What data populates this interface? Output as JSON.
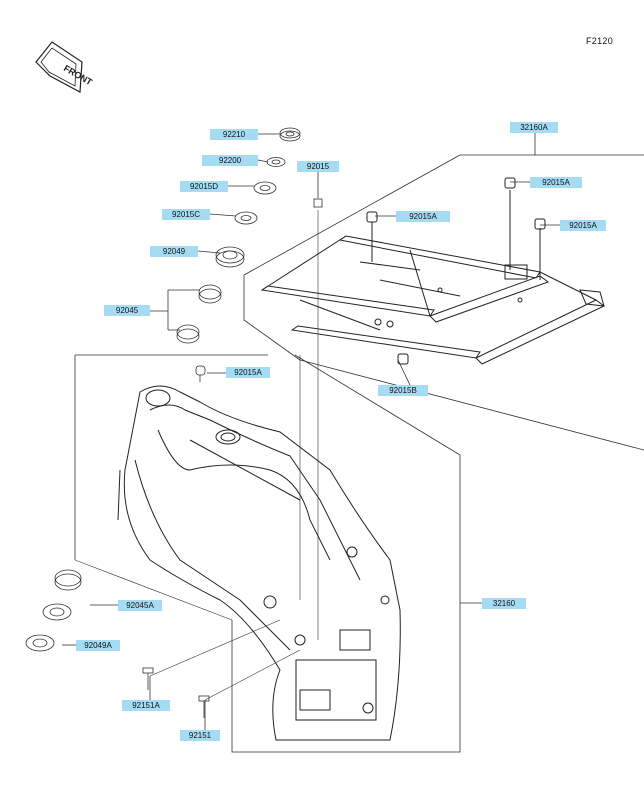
{
  "diagram": {
    "code": "F2120",
    "orientation_label": "FRONT"
  },
  "parts": [
    {
      "id": "92210",
      "label": "92210"
    },
    {
      "id": "92200",
      "label": "92200"
    },
    {
      "id": "92015",
      "label": "92015"
    },
    {
      "id": "92015D",
      "label": "92015D"
    },
    {
      "id": "92015C",
      "label": "92015C"
    },
    {
      "id": "92049",
      "label": "92049"
    },
    {
      "id": "92045",
      "label": "92045"
    },
    {
      "id": "92015A_a",
      "label": "92015A"
    },
    {
      "id": "32160A",
      "label": "32160A"
    },
    {
      "id": "92015A_b",
      "label": "92015A"
    },
    {
      "id": "92015A_c",
      "label": "92015A"
    },
    {
      "id": "92015A_d",
      "label": "92015A"
    },
    {
      "id": "92015B",
      "label": "92015B"
    },
    {
      "id": "92045A",
      "label": "92045A"
    },
    {
      "id": "92049A",
      "label": "92049A"
    },
    {
      "id": "32160",
      "label": "32160"
    },
    {
      "id": "92151A",
      "label": "92151A"
    },
    {
      "id": "92151",
      "label": "92151"
    }
  ],
  "colors": {
    "label_bg": "#a6dcf3",
    "line": "#333333"
  }
}
